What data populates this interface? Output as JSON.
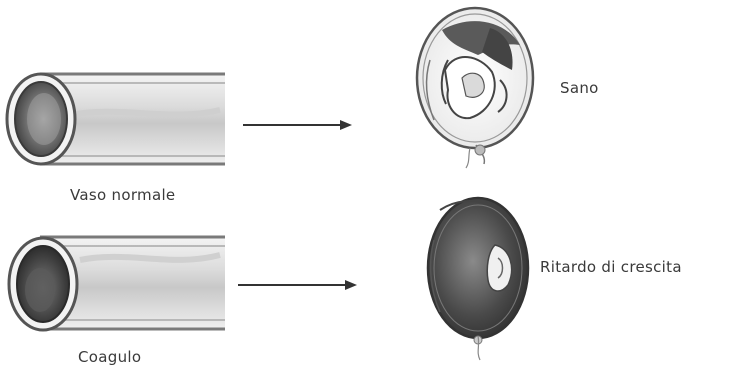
{
  "labels": {
    "normal_vessel": "Vaso normale",
    "clot": "Coagulo",
    "healthy": "Sano",
    "growth_delay": "Ritardo di crescita"
  }
}
